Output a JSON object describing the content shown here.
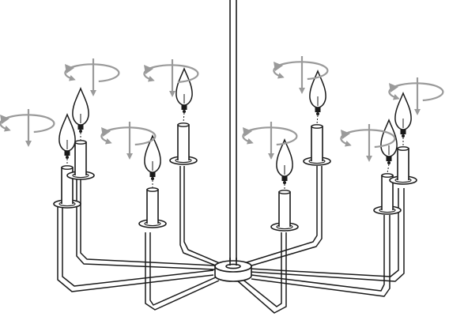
{
  "figure": {
    "subject": "chandelier-bulb-installation",
    "icons": [
      "rotate-clockwise-arrow-icon",
      "insert-down-arrow-icon",
      "candle-bulb-icon"
    ],
    "colors": {
      "line": "#1a1a1a",
      "arrow": "#9a9a9a",
      "background": "#ffffff"
    },
    "arms": [
      {
        "id": "arm-1"
      },
      {
        "id": "arm-2"
      },
      {
        "id": "arm-3"
      },
      {
        "id": "arm-4"
      },
      {
        "id": "arm-5"
      },
      {
        "id": "arm-6"
      },
      {
        "id": "arm-7"
      },
      {
        "id": "arm-8"
      }
    ]
  }
}
